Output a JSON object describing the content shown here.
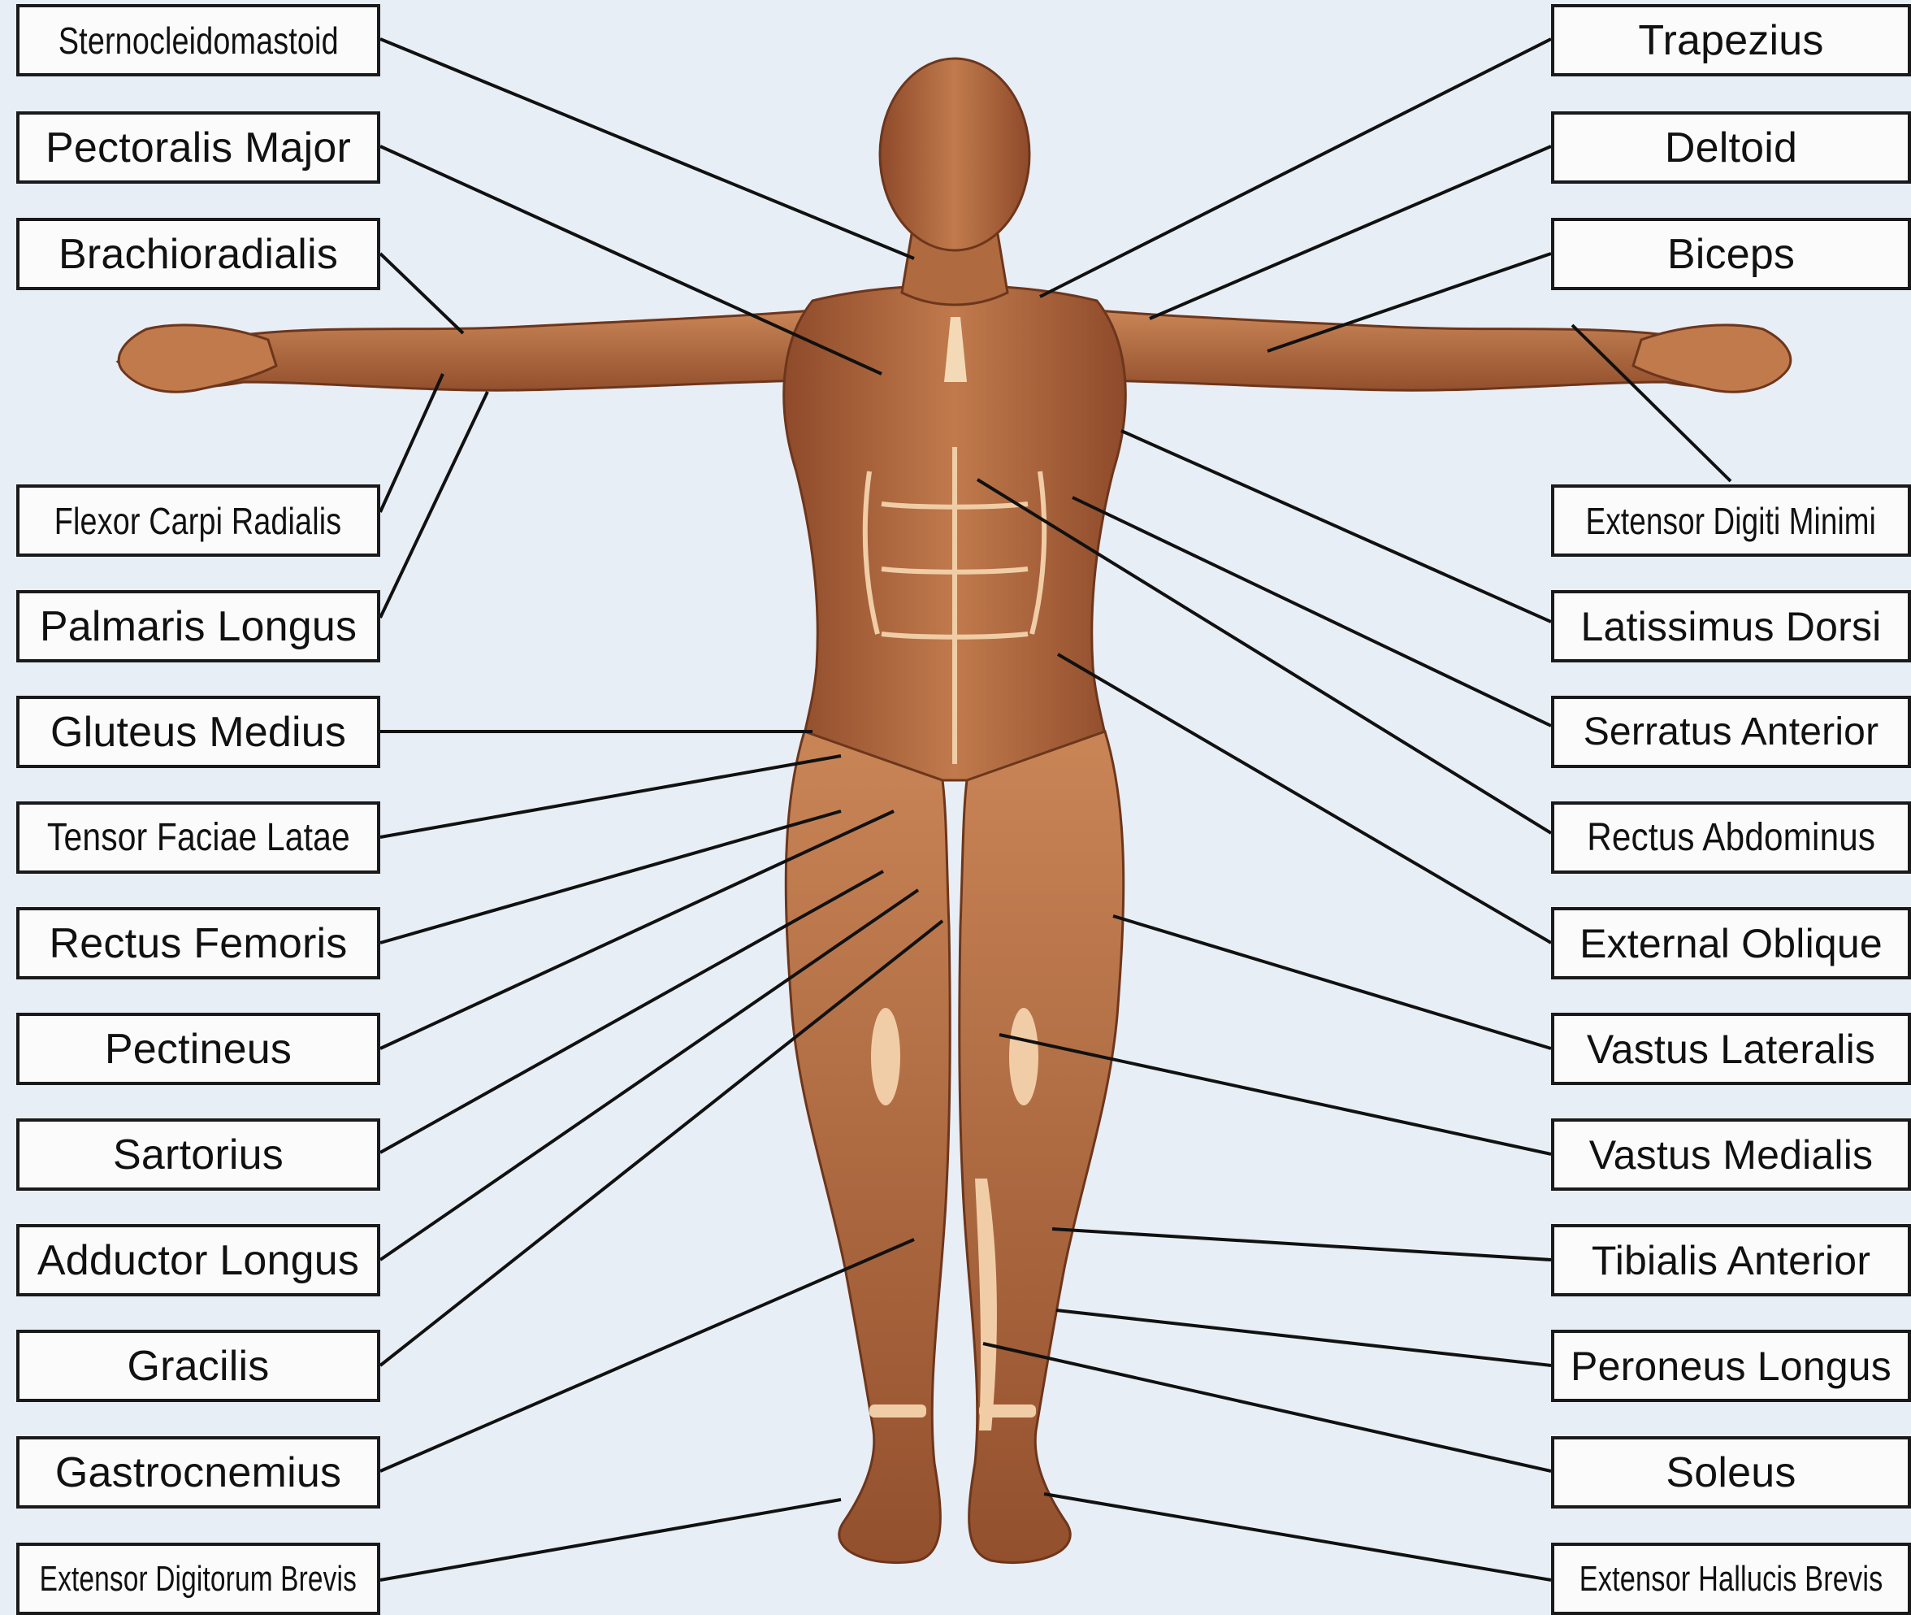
{
  "left_labels": [
    "Sternocleidomastoid",
    "Pectoralis Major",
    "Brachioradialis",
    "Flexor Carpi Radialis",
    "Palmaris Longus",
    "Gluteus Medius",
    "Tensor Faciae Latae",
    "Rectus Femoris",
    "Pectineus",
    "Sartorius",
    "Adductor Longus",
    "Gracilis",
    "Gastrocnemius",
    "Extensor Digitorum Brevis"
  ],
  "right_labels": [
    "Trapezius",
    "Deltoid",
    "Biceps",
    "Extensor Digiti Minimi",
    "Latissimus Dorsi",
    "Serratus Anterior",
    "Rectus Abdominus",
    "External Oblique",
    "Vastus Lateralis",
    "Vastus Medialis",
    "Tibialis Anterior",
    "Peroneus Longus",
    "Soleus",
    "Extensor Hallucis Brevis"
  ],
  "colors": {
    "background": "#e8eef6",
    "muscle": "#b06a40",
    "muscle_dark": "#7a3f22",
    "tendon": "#f4d9b6",
    "line": "#111111"
  }
}
